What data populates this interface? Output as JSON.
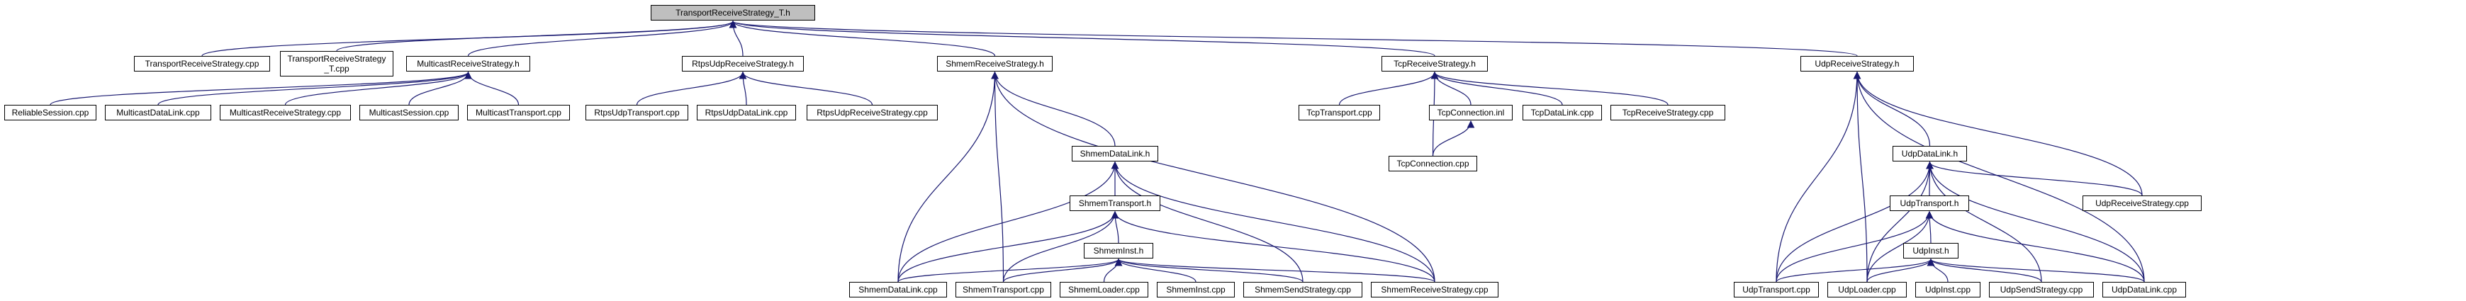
{
  "nodes": [
    {
      "id": "root",
      "label": "TransportReceiveStrategy_T.h",
      "root": true
    },
    {
      "id": "trs_cpp",
      "label": "TransportReceiveStrategy.cpp"
    },
    {
      "id": "trs_t_cpp",
      "label": "TransportReceiveStrategy\n_T.cpp"
    },
    {
      "id": "mrs_h",
      "label": "MulticastReceiveStrategy.h"
    },
    {
      "id": "rurs_h",
      "label": "RtpsUdpReceiveStrategy.h"
    },
    {
      "id": "smrs_h",
      "label": "ShmemReceiveStrategy.h"
    },
    {
      "id": "tcprs_h",
      "label": "TcpReceiveStrategy.h"
    },
    {
      "id": "udprs_h",
      "label": "UdpReceiveStrategy.h"
    },
    {
      "id": "reliable_cpp",
      "label": "ReliableSession.cpp"
    },
    {
      "id": "mdl_cpp",
      "label": "MulticastDataLink.cpp"
    },
    {
      "id": "mrs_cpp",
      "label": "MulticastReceiveStrategy.cpp"
    },
    {
      "id": "ms_cpp",
      "label": "MulticastSession.cpp"
    },
    {
      "id": "mt_cpp",
      "label": "MulticastTransport.cpp"
    },
    {
      "id": "rut_cpp",
      "label": "RtpsUdpTransport.cpp"
    },
    {
      "id": "rudl_cpp",
      "label": "RtpsUdpDataLink.cpp"
    },
    {
      "id": "rurs_cpp",
      "label": "RtpsUdpReceiveStrategy.cpp"
    },
    {
      "id": "smdl_h",
      "label": "ShmemDataLink.h"
    },
    {
      "id": "smt_h",
      "label": "ShmemTransport.h"
    },
    {
      "id": "smi_h",
      "label": "ShmemInst.h"
    },
    {
      "id": "smdl_cpp",
      "label": "ShmemDataLink.cpp"
    },
    {
      "id": "smt_cpp",
      "label": "ShmemTransport.cpp"
    },
    {
      "id": "sml_cpp",
      "label": "ShmemLoader.cpp"
    },
    {
      "id": "smi_cpp",
      "label": "ShmemInst.cpp"
    },
    {
      "id": "smss_cpp",
      "label": "ShmemSendStrategy.cpp"
    },
    {
      "id": "smrs_cpp",
      "label": "ShmemReceiveStrategy.cpp"
    },
    {
      "id": "tcpt_cpp",
      "label": "TcpTransport.cpp"
    },
    {
      "id": "tcpc_inl",
      "label": "TcpConnection.inl"
    },
    {
      "id": "tcpdl_cpp",
      "label": "TcpDataLink.cpp"
    },
    {
      "id": "tcprs_cpp",
      "label": "TcpReceiveStrategy.cpp"
    },
    {
      "id": "tcpc_cpp",
      "label": "TcpConnection.cpp"
    },
    {
      "id": "udl_h",
      "label": "UdpDataLink.h"
    },
    {
      "id": "ut_h",
      "label": "UdpTransport.h"
    },
    {
      "id": "ui_h",
      "label": "UdpInst.h"
    },
    {
      "id": "urs_cpp",
      "label": "UdpReceiveStrategy.cpp"
    },
    {
      "id": "ut_cpp",
      "label": "UdpTransport.cpp"
    },
    {
      "id": "ul_cpp",
      "label": "UdpLoader.cpp"
    },
    {
      "id": "ui_cpp",
      "label": "UdpInst.cpp"
    },
    {
      "id": "uss_cpp",
      "label": "UdpSendStrategy.cpp"
    },
    {
      "id": "udl_cpp",
      "label": "UdpDataLink.cpp"
    }
  ],
  "edges": [
    [
      "root",
      "trs_cpp"
    ],
    [
      "root",
      "trs_t_cpp"
    ],
    [
      "root",
      "mrs_h"
    ],
    [
      "root",
      "rurs_h"
    ],
    [
      "root",
      "smrs_h"
    ],
    [
      "root",
      "tcprs_h"
    ],
    [
      "root",
      "udprs_h"
    ],
    [
      "mrs_h",
      "reliable_cpp"
    ],
    [
      "mrs_h",
      "mdl_cpp"
    ],
    [
      "mrs_h",
      "mrs_cpp"
    ],
    [
      "mrs_h",
      "ms_cpp"
    ],
    [
      "mrs_h",
      "mt_cpp"
    ],
    [
      "rurs_h",
      "rut_cpp"
    ],
    [
      "rurs_h",
      "rudl_cpp"
    ],
    [
      "rurs_h",
      "rurs_cpp"
    ],
    [
      "smrs_h",
      "smdl_h"
    ],
    [
      "smrs_h",
      "smdl_cpp"
    ],
    [
      "smrs_h",
      "smt_cpp"
    ],
    [
      "smrs_h",
      "smrs_cpp"
    ],
    [
      "smdl_h",
      "smt_h"
    ],
    [
      "smdl_h",
      "smdl_cpp"
    ],
    [
      "smdl_h",
      "smss_cpp"
    ],
    [
      "smdl_h",
      "smrs_cpp"
    ],
    [
      "smt_h",
      "smi_h"
    ],
    [
      "smt_h",
      "smdl_cpp"
    ],
    [
      "smt_h",
      "smt_cpp"
    ],
    [
      "smt_h",
      "smrs_cpp"
    ],
    [
      "smi_h",
      "smdl_cpp"
    ],
    [
      "smi_h",
      "smt_cpp"
    ],
    [
      "smi_h",
      "sml_cpp"
    ],
    [
      "smi_h",
      "smi_cpp"
    ],
    [
      "smi_h",
      "smss_cpp"
    ],
    [
      "smi_h",
      "smrs_cpp"
    ],
    [
      "tcprs_h",
      "tcpt_cpp"
    ],
    [
      "tcprs_h",
      "tcpc_inl"
    ],
    [
      "tcprs_h",
      "tcpdl_cpp"
    ],
    [
      "tcprs_h",
      "tcprs_cpp"
    ],
    [
      "tcprs_h",
      "tcpc_cpp"
    ],
    [
      "tcpc_inl",
      "tcpc_cpp"
    ],
    [
      "udprs_h",
      "udl_h"
    ],
    [
      "udprs_h",
      "urs_cpp"
    ],
    [
      "udprs_h",
      "ut_cpp"
    ],
    [
      "udprs_h",
      "ul_cpp"
    ],
    [
      "udprs_h",
      "udl_cpp"
    ],
    [
      "udl_h",
      "ut_h"
    ],
    [
      "udl_h",
      "urs_cpp"
    ],
    [
      "udl_h",
      "ut_cpp"
    ],
    [
      "udl_h",
      "ul_cpp"
    ],
    [
      "udl_h",
      "uss_cpp"
    ],
    [
      "udl_h",
      "udl_cpp"
    ],
    [
      "ut_h",
      "ui_h"
    ],
    [
      "ut_h",
      "ut_cpp"
    ],
    [
      "ut_h",
      "ul_cpp"
    ],
    [
      "ut_h",
      "udl_cpp"
    ],
    [
      "ui_h",
      "ut_cpp"
    ],
    [
      "ui_h",
      "ul_cpp"
    ],
    [
      "ui_h",
      "ui_cpp"
    ],
    [
      "ui_h",
      "uss_cpp"
    ],
    [
      "ui_h",
      "udl_cpp"
    ]
  ],
  "colors": {
    "node_fill": "#ffffff",
    "root_fill": "#bfbfbf",
    "stroke": "#000000",
    "edge": "#191970"
  }
}
